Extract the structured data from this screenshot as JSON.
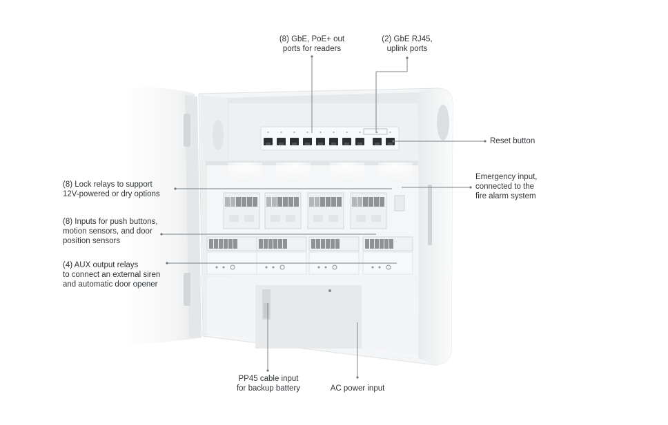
{
  "callouts": {
    "poe_ports": "(8) GbE, PoE+ out\nports for readers",
    "uplink_ports": "(2) GbE RJ45,\nuplink ports",
    "reset_button": "Reset button",
    "emergency_input": "Emergency input,\nconnected to the\nfire alarm system",
    "lock_relays": "(8) Lock relays to support\n12V-powered or dry options",
    "inputs": "(8) Inputs for push buttons,\nmotion sensors, and door\nposition sensors",
    "aux_relays": "(4) AUX output relays\nto connect an external siren\nand automatic door opener",
    "pp45_input": "PP45 cable input\nfor backup battery",
    "ac_power": "AC power input"
  },
  "colors": {
    "enclosure": "#f3f4f5",
    "enclosure_edge": "#d9dcdf",
    "port": "#2c3034",
    "relay_gray": "#8d9297",
    "status_led": "#3a8fe8",
    "leader": "#7c8287"
  }
}
